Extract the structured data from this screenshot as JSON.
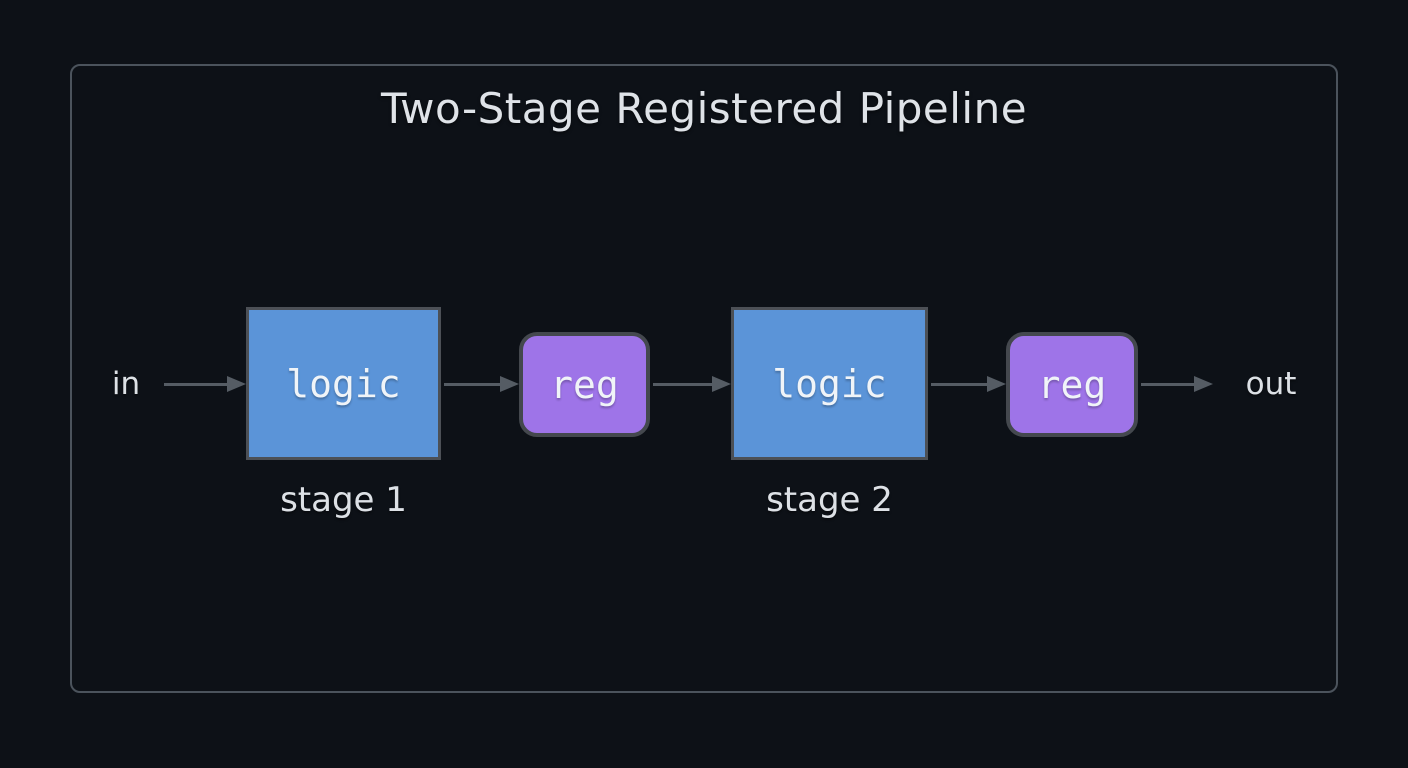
{
  "title": "Two-Stage Registered Pipeline",
  "io": {
    "input": "in",
    "output": "out"
  },
  "stage1": {
    "logic": "logic",
    "reg": "reg",
    "label": "stage 1"
  },
  "stage2": {
    "logic": "logic",
    "reg": "reg",
    "label": "stage 2"
  },
  "colors": {
    "background": "#0d1117",
    "frame_border": "#4b535c",
    "logic_fill": "#5b94d8",
    "logic_border": "#4c5056",
    "reg_fill": "#9e74e8",
    "reg_border": "#44484e",
    "arrow": "#555c64",
    "title_text": "#dfe3e8",
    "label_text": "#dde1e6",
    "box_text": "#f0f4f8"
  }
}
